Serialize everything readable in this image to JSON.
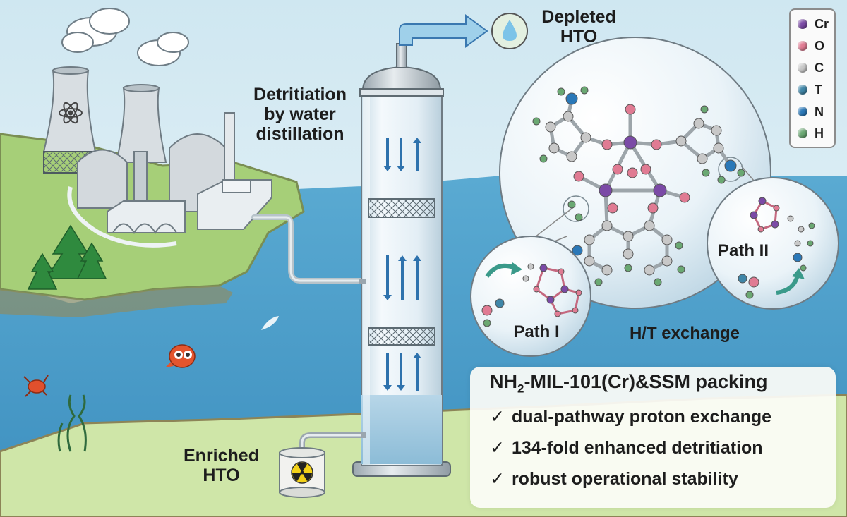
{
  "labels": {
    "depleted_line1": "Depleted",
    "depleted_line2": "HTO",
    "detritiation_line1": "Detritiation",
    "detritiation_line2": "by water",
    "detritiation_line3": "distillation",
    "enriched_line1": "Enriched",
    "enriched_line2": "HTO",
    "path1": "Path I",
    "path2": "Path II",
    "exchange": "H/T exchange"
  },
  "legend": [
    {
      "symbol": "Cr",
      "color": "#7b4aa6"
    },
    {
      "symbol": "O",
      "color": "#e07b93"
    },
    {
      "symbol": "C",
      "color": "#c8c8c8"
    },
    {
      "symbol": "T",
      "color": "#3f86a8"
    },
    {
      "symbol": "N",
      "color": "#2a78b8"
    },
    {
      "symbol": "H",
      "color": "#6aa872"
    }
  ],
  "info": {
    "title_prefix": "NH",
    "title_sub": "2",
    "title_suffix": "-MIL-101(Cr)&SSM packing",
    "check": "✓",
    "items": [
      "dual-pathway proton exchange",
      "134-fold enhanced detritiation",
      "robust operational stability"
    ]
  },
  "colors": {
    "sky": "#d9ecf4",
    "water": "#4a9cc8",
    "land": "#bddb8e",
    "column_glass": "#e8f1f6",
    "column_liquid": "#9fc6dd",
    "arrow": "#3a78b0"
  }
}
